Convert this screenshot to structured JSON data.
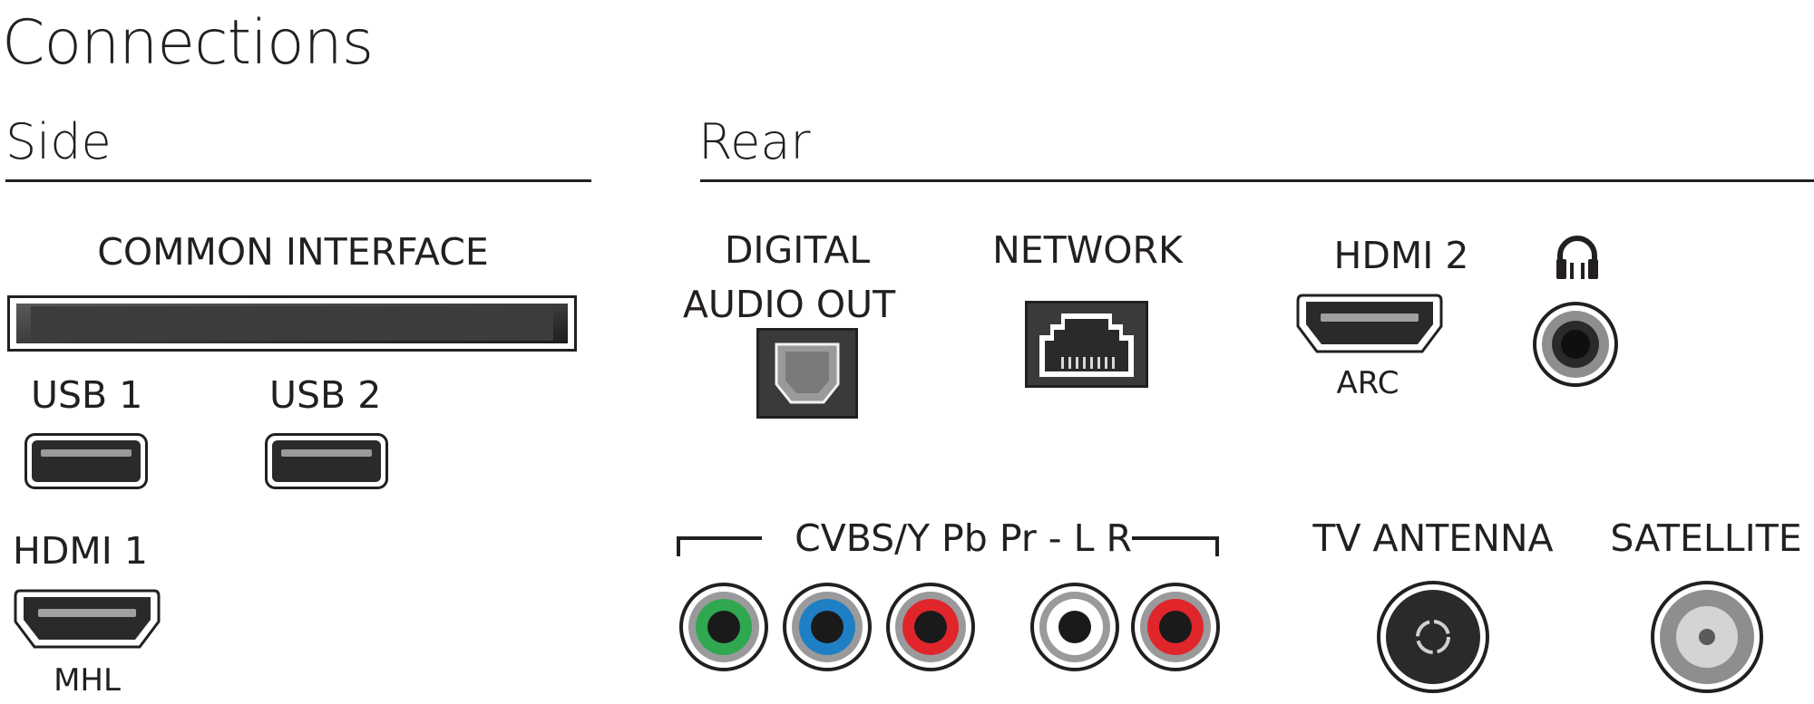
{
  "title": "Connections",
  "sections": {
    "side": {
      "label": "Side"
    },
    "rear": {
      "label": "Rear"
    }
  },
  "side": {
    "common_interface": {
      "label": "COMMON INTERFACE"
    },
    "usb1": {
      "label": "USB 1"
    },
    "usb2": {
      "label": "USB 2"
    },
    "hdmi1": {
      "label": "HDMI 1",
      "sublabel": "MHL"
    }
  },
  "rear": {
    "digital_audio_out": {
      "label_line1": "DIGITAL",
      "label_line2": "AUDIO OUT"
    },
    "network": {
      "label": "NETWORK"
    },
    "hdmi2": {
      "label": "HDMI 2",
      "sublabel": "ARC"
    },
    "headphones": {
      "icon": "headphones-icon"
    },
    "component": {
      "label": "CVBS/Y Pb Pr - L R"
    },
    "tv_antenna": {
      "label": "TV ANTENNA"
    },
    "satellite": {
      "label": "SATELLITE"
    }
  },
  "colors": {
    "ink": "#231f20",
    "port_dark": "#3a3a3c",
    "rca_green": "#2fa84f",
    "rca_blue": "#1f7fc4",
    "rca_red": "#e0262b",
    "rca_white": "#ffffff"
  }
}
